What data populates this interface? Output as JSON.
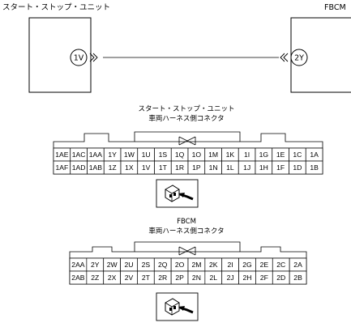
{
  "wiring": {
    "left_unit_label": "スタート・ストップ・ユニット",
    "right_unit_label": "FBCM",
    "left_terminal": "1V",
    "right_terminal": "2Y"
  },
  "connector1": {
    "title_line1": "スタート・ストップ・ユニット",
    "title_line2": "車両ハーネス側コネクタ",
    "top_row": [
      "1AE",
      "1AC",
      "1AA",
      "1Y",
      "1W",
      "1U",
      "1S",
      "1Q",
      "1O",
      "1M",
      "1K",
      "1I",
      "1G",
      "1E",
      "1C",
      "1A"
    ],
    "bottom_row": [
      "1AF",
      "1AD",
      "1AB",
      "1Z",
      "1X",
      "1V",
      "1T",
      "1R",
      "1P",
      "1N",
      "1L",
      "1J",
      "1H",
      "1F",
      "1D",
      "1B"
    ]
  },
  "connector2": {
    "title_line1": "FBCM",
    "title_line2": "車両ハーネス側コネクタ",
    "top_row": [
      "2AA",
      "2Y",
      "2W",
      "2U",
      "2S",
      "2Q",
      "2O",
      "2M",
      "2K",
      "2I",
      "2G",
      "2E",
      "2C",
      "2A"
    ],
    "bottom_row": [
      "2AB",
      "2Z",
      "2X",
      "2V",
      "2T",
      "2R",
      "2P",
      "2N",
      "2L",
      "2J",
      "2H",
      "2F",
      "2D",
      "2B"
    ]
  }
}
